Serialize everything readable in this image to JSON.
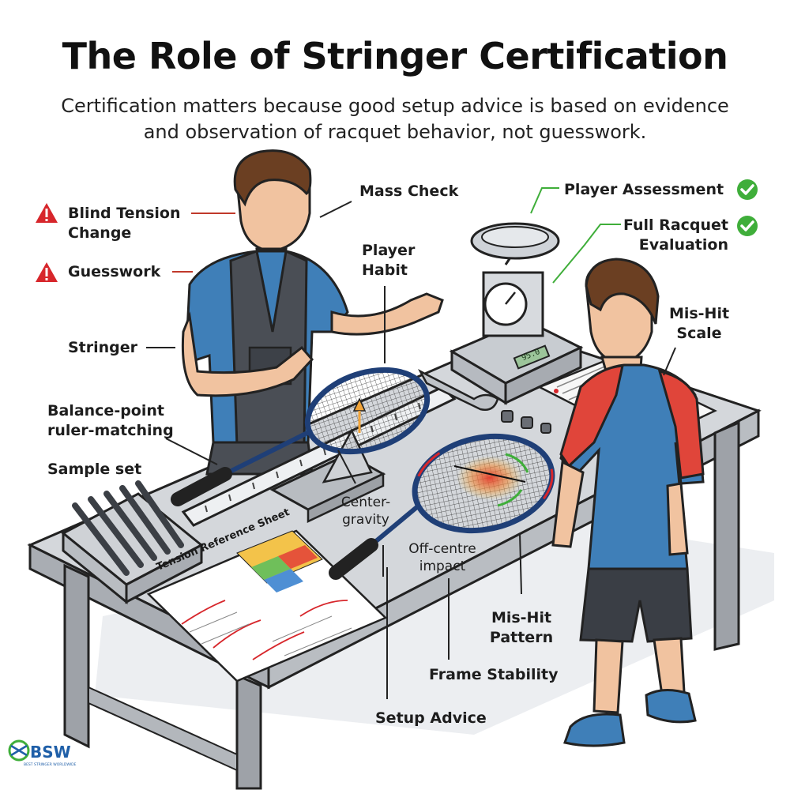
{
  "title": "The Role of Stringer Certification",
  "subtitle": "Certification matters because good setup advice is based on evidence and observation of racquet behavior, not guesswork.",
  "labels": {
    "blind_tension_line1": "Blind Tension",
    "blind_tension_line2": "Change",
    "guesswork": "Guesswork",
    "stringer": "Stringer",
    "balance_line1": "Balance-point",
    "balance_line2": "ruler-matching",
    "sample_set": "Sample set",
    "mass_check": "Mass Check",
    "player_habit_line1": "Player",
    "player_habit_line2": "Habit",
    "player_assessment": "Player Assessment",
    "full_eval_line1": "Full Racquet",
    "full_eval_line2": "Evaluation",
    "mishit_scale_line1": "Mis-Hit",
    "mishit_scale_line2": "Scale",
    "center_gravity_line1": "Center-",
    "center_gravity_line2": "gravity",
    "offcentre_line1": "Off-centre",
    "offcentre_line2": "impact",
    "mishit_pattern_line1": "Mis-Hit",
    "mishit_pattern_line2": "Pattern",
    "frame_stability": "Frame Stability",
    "setup_advice": "Setup Advice"
  },
  "sheet": {
    "title": "Tension Reference Sheet"
  },
  "scale": {
    "display": "95.0"
  },
  "logo": {
    "brand": "BSW",
    "tagline": "BEST STRINGER WORLDWIDE"
  },
  "icons": {
    "warning": "warning-triangle-icon",
    "check": "check-circle-icon"
  },
  "colors": {
    "warning": "#d7262b",
    "check": "#3fae3a",
    "shirt_blue": "#3f7fb8",
    "shirt_red": "#e0453a",
    "apron": "#4a4e55",
    "table": "#c7cacf",
    "heat": "#e53b2a"
  }
}
